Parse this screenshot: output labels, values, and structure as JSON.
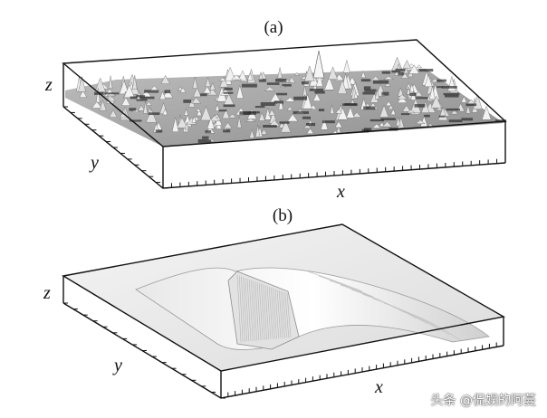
{
  "figure": {
    "panels": [
      {
        "label": "(a)",
        "axes": {
          "x": "x",
          "y": "y",
          "z": "z"
        }
      },
      {
        "label": "(b)",
        "axes": {
          "x": "x",
          "y": "y",
          "z": "z"
        }
      }
    ]
  },
  "watermark": {
    "text": "头条 @侃娱的阿蔓"
  }
}
